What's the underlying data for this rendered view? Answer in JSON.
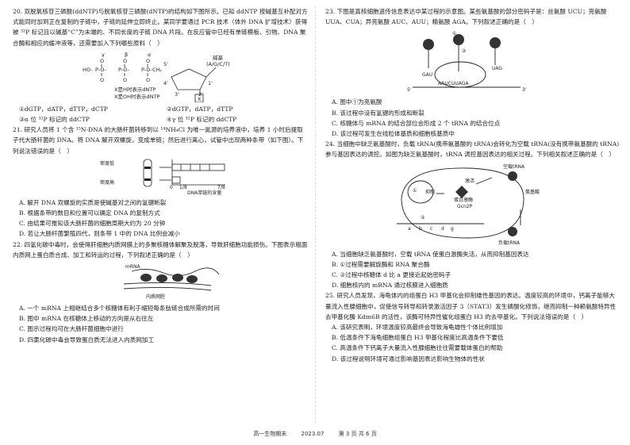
{
  "q20": {
    "stem": "20. 双脱氧核苷三磷酸(ddNTP)与脱氧核苷三磷酸(dNTP)的结构如下图所示。已知 ddNTP 按碱基互补配对方式能同时加到正在复制的子链中，子链的延伸立即终止。某同学要通过 PCR 技术（体外 DNA 扩增技术）获得被 ³²P 标记且以碱基“C”为末端的、不同长度的子链 DNA 片段。在反应管中已经有单链模板、引物、DNA 聚合酶和相应的缓冲液等，还需要加入下列哪些原料（　）",
    "fig": {
      "greek": [
        "γ",
        "β",
        "α"
      ],
      "base_label": "碱基",
      "base_sub": "(A/G/C/T)",
      "nums": [
        "5'",
        "4'",
        "1'",
        "3'",
        "2'"
      ],
      "x_label": "X",
      "legend1": "X是H时表示dNTP",
      "legend2": "X是OH时表示dNTP"
    },
    "options": [
      [
        "①dGTP，dATP，dTTP，dCTP",
        "②dGTP，dATP，dTTP"
      ],
      [
        "③α 位 ³²P 标记的 ddCTP",
        "④γ 位 ³²P 标记的 ddCTP"
      ]
    ]
  },
  "q21": {
    "stem": "21. 研究人员将 1 个含 ¹⁵N-DNA 的大肠杆菌转移到以 ¹⁴NH₄Cl 为唯一氮源的培养液中，培养 1 小时后提取子代大肠杆菌的 DNA。将 DNA 解开双螺旋，变成单链；然后进行离心，试管中出现两种条带（如下图）。下列说法错误的是（　）",
    "fig": {
      "low": "密度低",
      "high": "密度高",
      "xaxis": "DNA单链的含量",
      "ticks": [
        "0",
        "1/8",
        "7/8"
      ]
    },
    "options": [
      "A. 解开 DNA 双螺旋的实质是使碱基对之间的氢键断裂",
      "B. 根据条带的数目和位置可以确定 DNA 的复制方式",
      "C. 由结果可推知该大肠杆菌的细胞周期大约为 20 分钟",
      "D. 若让大肠杆菌繁殖四代，则条带 1 中的 DNA 比例会减小"
    ]
  },
  "q22": {
    "stem": "22. 四氢化碳中毒时，会使得肝细胞内质网膜上的多聚核糖体解聚及脱落，导致肝细胞功能损伤。下图表示粗面内质网上蛋白质合成、加工和转运的过程，下列叙述正确的是（　）",
    "fig": {
      "mrna": "mRNA",
      "er": "内质网腔"
    },
    "options": [
      "A. 一个 mRNA 上相继结合多个核糖体有利于缩短每条肽链合成所需的时间",
      "B. 图中 mRNA 在核糖体上移动的方向是从右往左",
      "C. 图示过程均可在大肠杆菌细胞中进行",
      "D. 四氯化碳中毒会导致蛋白质无法进入内质网加工"
    ]
  },
  "q23": {
    "stem": "23. 下图是真核细胞遗传信息表达中某过程的示意图。某些氨基酸的部分密码子是：丝氨酸 UCU；亮氨酸 UUA、CUA；异亮氨酸 AUC、AUU；精氨酸 AGA。下列叙述正确的是（　）",
    "fig": {
      "gau": "GAU",
      "uag": "UAG",
      "codons": "AAUCUUAGA",
      "five": "5'",
      "three": "3'",
      "lab1": "①",
      "lab2": "②"
    },
    "options": [
      "A. 图中①为亮氨酸",
      "B. 该过程中没有氢键的形成和断裂",
      "C. 核糖体与 mRNA 的结合部位会形成 2 个 tRNA 的结合位点",
      "D. 该过程可发生在线粒体基质和细胞核基质中"
    ]
  },
  "q24": {
    "stem": "24. 当细胞中缺乏氨基酸时，负载 tRNA(携带氨基酸的 tRNA)会转化为空载 tRNA(没有携带氨基酸的 tRNA)参与基因表达的调控。如图为缺乏氨基酸时，tRNA 调控基因表达的相关过程。下列相关叙述正确的是（　）",
    "fig": {
      "empty": "空载tRNA",
      "loaded": "负载tRNA",
      "inhibit": "抑制",
      "activate": "激活",
      "enzyme": "蛋白激酶",
      "gcn": "Gcn2P",
      "aa": "氨基酸",
      "c1": "①",
      "c2": "②",
      "a": "a",
      "b": "b",
      "c": "c",
      "d": "d",
      "g": "g"
    },
    "options": [
      "A. 当细胞缺乏氨基酸时，空载 tRNA 使蛋白激酶失活，从而抑制基因表达",
      "B. ①过程需要解旋酶和 RNA 聚合酶",
      "C. ②过程中核糖体 d 比 a 更接近起始密码子",
      "D. 细胞核内的 mRNA 通过核膜进入细胞质"
    ]
  },
  "q25": {
    "stem": "25. 研究人员发现，海龟体内的组蛋白 H3 甲基化会抑制雄性基因的表达。温度较高的环境中，钙离子能够大量流入性腺细胞中，促使信号转导和转录激活因子 3（STAT3）发生磷酸化修饰，继而抑制一种赖氨酸特异性去甲基化酶 Kdm6B 的活性，该酶可特异性催化组蛋白 H3 的去甲基化。下列说法错误的是（　）",
    "options": [
      "A. 该研究表明，环境温度较高最终会导致海龟雄性个体比例增加",
      "B. 低温条件下海龟细胞组蛋白 H3 甲基化程度比高温条件下要低",
      "C. 高温条件下钙离子大量流入性腺细胞往往需要载体蛋白的帮助",
      "D. 该过程说明环境可通过影响基因表达影响生物体的性状"
    ]
  },
  "footer": {
    "course": "高一生物期末",
    "date": "2023.07",
    "page": "第 3 页 共 6 页"
  }
}
